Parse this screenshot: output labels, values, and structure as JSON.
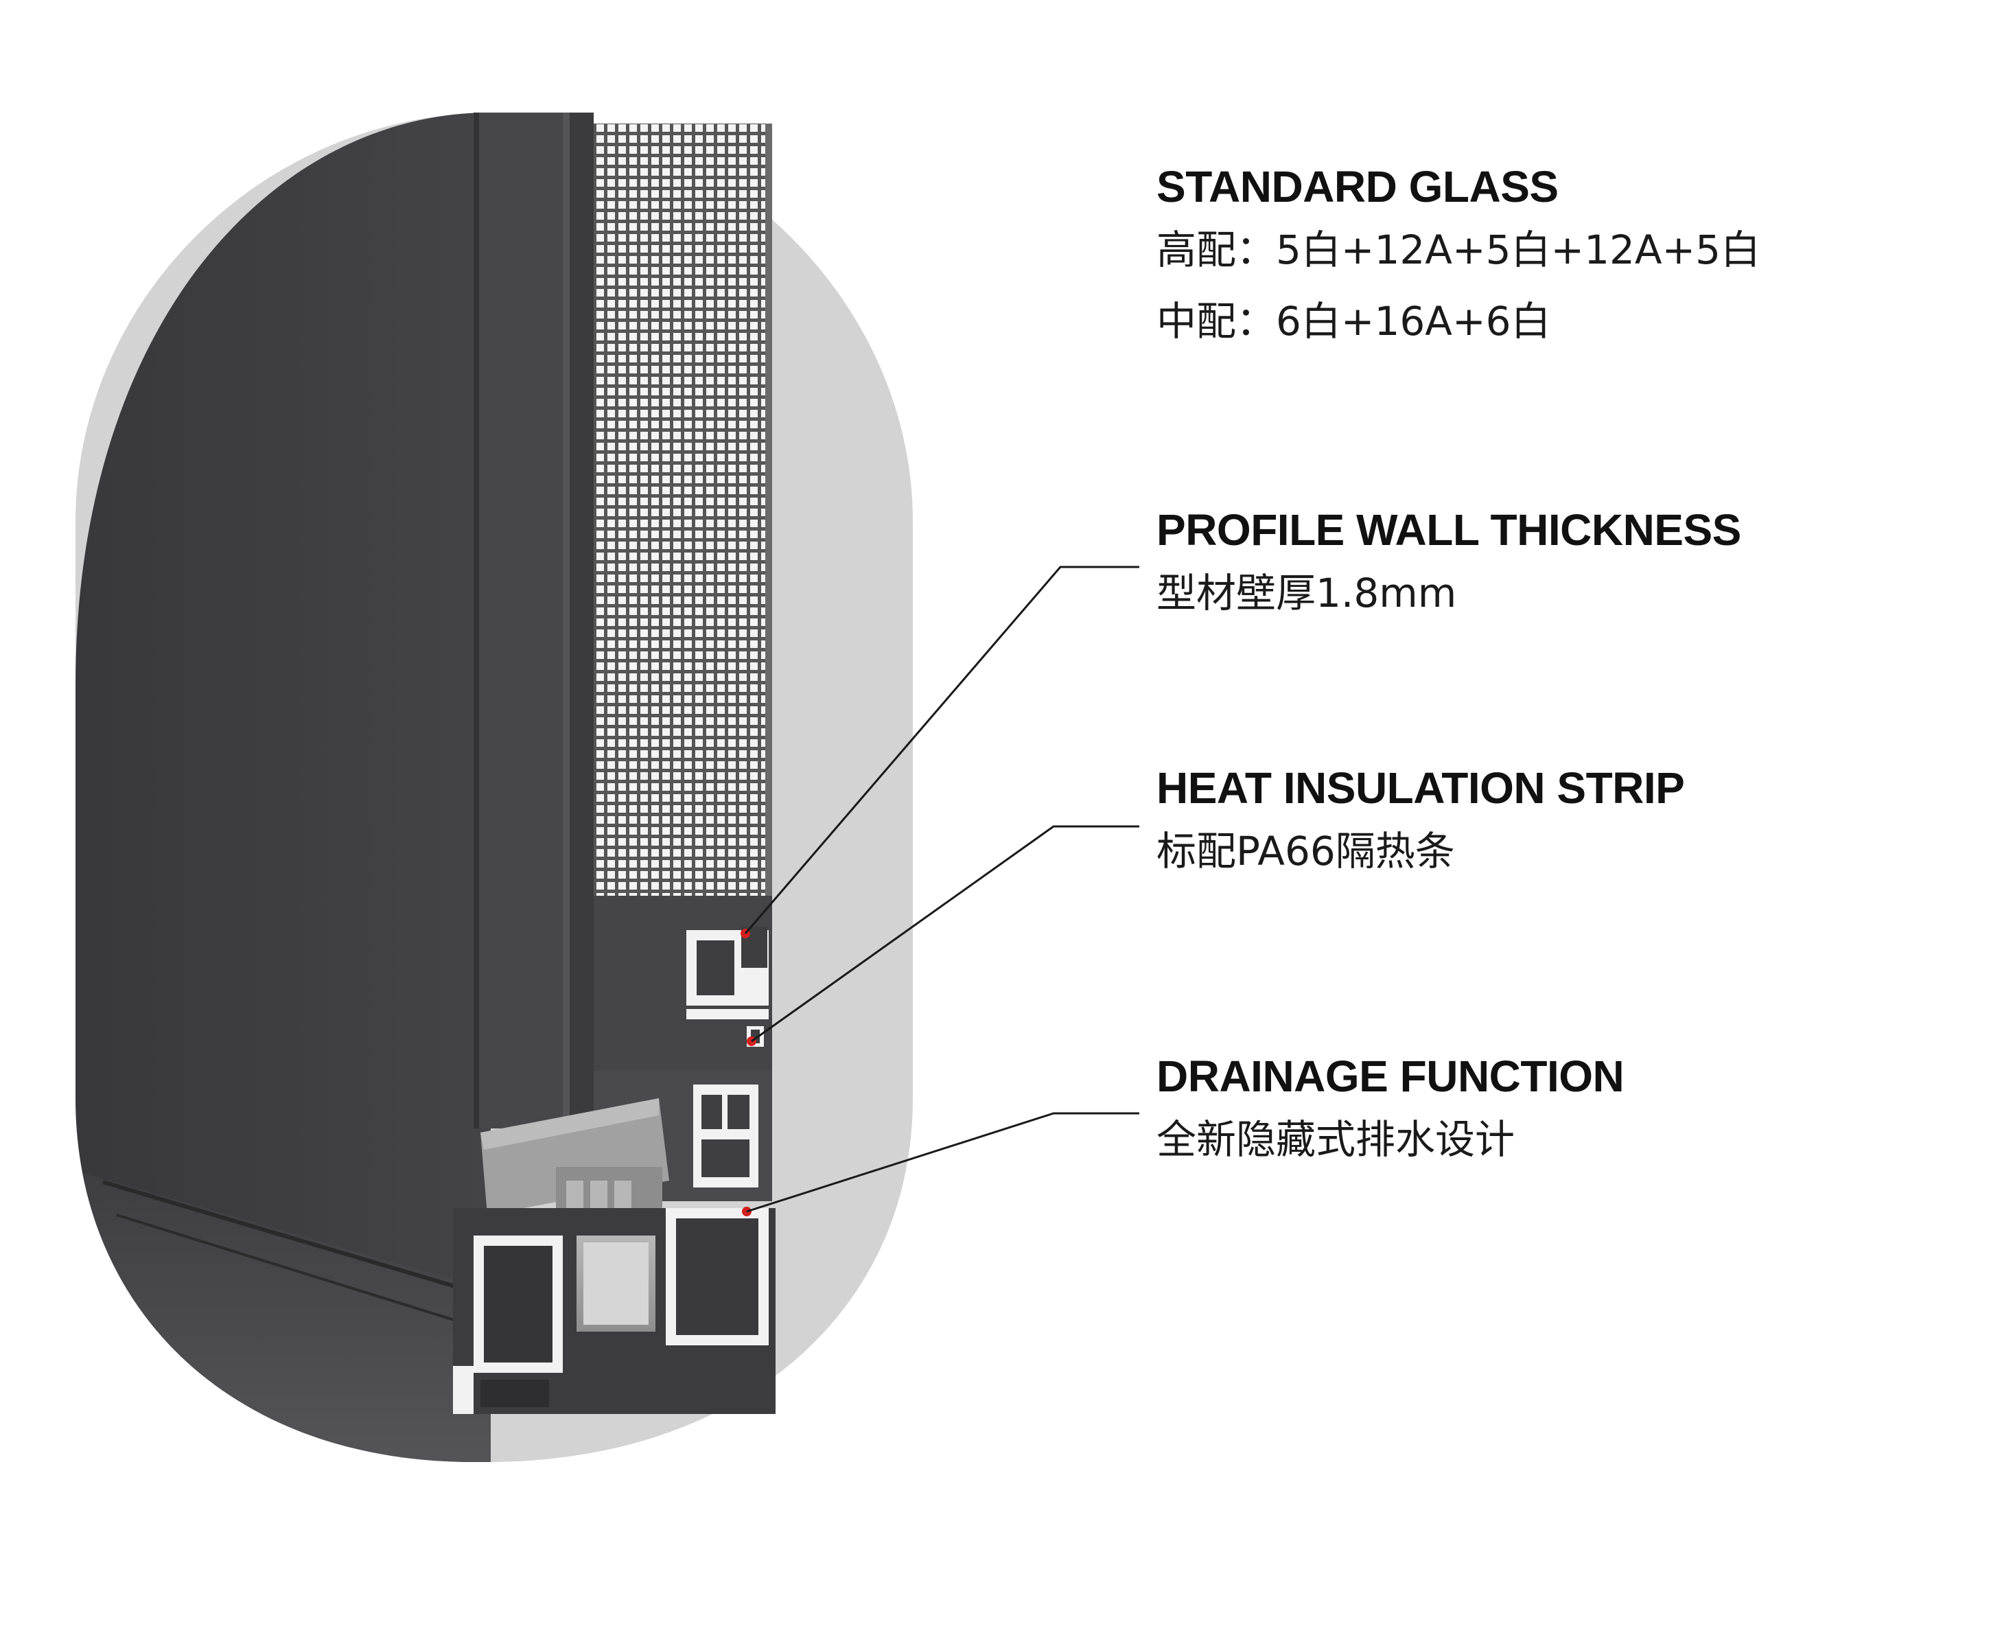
{
  "callouts": {
    "glass": {
      "title": "STANDARD GLASS",
      "lines": [
        "高配：5白+12A+5白+12A+5白",
        "中配：6白+16A+6白"
      ]
    },
    "wall": {
      "title": "PROFILE WALL THICKNESS",
      "lines": [
        "型材壁厚1.8mm"
      ]
    },
    "strip": {
      "title": "HEAT INSULATION STRIP",
      "lines": [
        "标配PA66隔热条"
      ]
    },
    "drain": {
      "title": "DRAINAGE FUNCTION",
      "lines": [
        "全新隐藏式排水设计"
      ]
    }
  },
  "colors": {
    "background": "#ffffff",
    "lens_backdrop": "#d3d3d3",
    "frame_dark": "#3f3f41",
    "frame_mid": "#4a4a4c",
    "screen_mesh": "#555555",
    "profile_highlight": "#f2f2f2",
    "insulation_strip": "#8d8d8d",
    "marker_red": "#d62020",
    "leader_line": "#1a1a1a",
    "text": "#111111"
  }
}
